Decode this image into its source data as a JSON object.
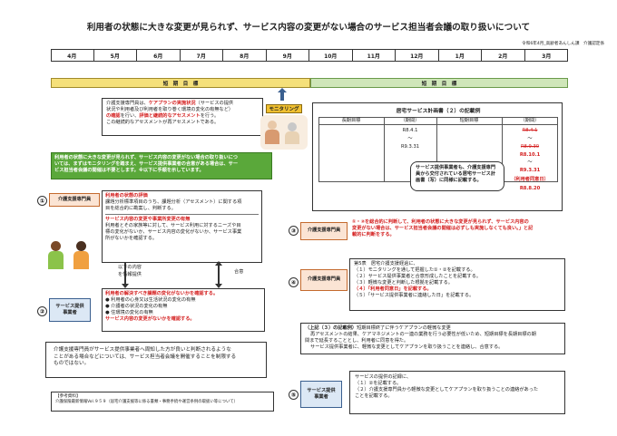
{
  "title": "利用者の状態に大きな変更が見られず、サービス内容の変更がない場合のサービス担当者会議の取り扱いについて",
  "author_line": "令和6年4月_高齢者あんしん課　介護認定係",
  "months": [
    "4月",
    "5月",
    "6月",
    "7月",
    "8月",
    "9月",
    "10月",
    "11月",
    "12月",
    "1月",
    "2月",
    "3月"
  ],
  "period_labels": {
    "first": "短　期　目　標",
    "second": "短　期　目　標"
  },
  "monitoring_label": "モニタリング",
  "intro_box": {
    "l1a": "介護支援専門員は、",
    "l1b": "ケアプランの実施状況",
    "l1c": "（サービスの提供",
    "l2": "状況や利用者及び利用者を取り巻く環境の変化の有無など）",
    "l3a": "の確認",
    "l3b": "を行い、",
    "l3c": "評価と継続的なアセスメント",
    "l3d": "を行う。",
    "l4": "この継続的なアセスメントが再アセスメントである。"
  },
  "green_box": {
    "l1": "利用者の状態に大きな変更が見られず、サービス内容の変更がない場合の取り扱いにつ",
    "l2": "いては、まずはモニタリングを踏まえ、サービス提供事業者の合意がある場合は、サー",
    "l3": "ビス担当者会議の開催は不要とします。※以下に手順を示しています。"
  },
  "plan_box": {
    "heading": "居宅サービス計画書（２）の記載例",
    "col_long": "長期目標",
    "col_period": "（期間）",
    "col_short": "短期目標",
    "col_period2": "（期間）",
    "p_start": "R8.4.1",
    "tilde": "～",
    "p_end": "R9.3.31",
    "s_start_old": "R8.4.1",
    "s_end_old": "R8.9.30",
    "s_start_new": "R8.10.1",
    "s_end_new": "R9.3.31",
    "s_agreed": "（利用者同意日）",
    "s_agreed_date": "R8.8.20"
  },
  "note_box": {
    "l1": "サービス提供事業者も、介護支援専門",
    "l2": "員から交付されている居宅サービス計",
    "l3": "画書（写）に同様に記載する。"
  },
  "step1": {
    "num": "①",
    "label": "介護支援専門員"
  },
  "step2": {
    "num": "②",
    "label_a": "サービス提供",
    "label_b": "事業者"
  },
  "step3": {
    "num": "③",
    "label": "介護支援専門員"
  },
  "step4": {
    "num": "④",
    "label": "介護支援専門員"
  },
  "step5": {
    "num": "⑤",
    "label_a": "サービス提供",
    "label_b": "事業者"
  },
  "s1_box": {
    "h1": "利用者の状態の評価",
    "t1": "課題分析標準項目のうち、課題分析（アセスメント）に関する項",
    "t2": "目を総合的に勘案し、判断する。",
    "h2": "サービス内容の変更や事業所変更の有無",
    "t3": "利用者とその家族等に対して、サービス利用に対するニーズや目",
    "t4": "標の変化がないか、サービス内容の変化がないか、サービス事業",
    "t5": "所がないかを確認する。"
  },
  "middle": {
    "l1": "以下の内容",
    "l2": "を情報提供",
    "agree": "合意"
  },
  "s2_box": {
    "h1": "利用者の解決すべき課題の変化がないかを確認する。",
    "b1": "● 利用者の心身又は生活状況の変化の有無",
    "b2": "● 介護者の状況の変化の有無",
    "b3": "● 住環境の変化の有無",
    "h2": "サービス内容の変更がないかを確認する。"
  },
  "s3_text": {
    "l1": "①・②を総合的に判断して、利用者の状態に大きな変更が見られず、サービス内容の",
    "l2": "変更がない場合は、サービス担当者会議の開催は必ずしも実施しなくても良い。」と記",
    "l3": "載的に判断をする。"
  },
  "s4_box": {
    "head": "第5表　居宅介護支援経過に、",
    "i1": "（１）モニタリングを通して把握した①・②を記載する。",
    "i2": "（２）サービス提供事業者と合意形成したことを記載する。",
    "i3": "（３）軽微な変更と判断した根拠を記載する。",
    "i4": "（４）「利用者同意日」を記載する。",
    "i5": "（５）「サービス提供事業者に連絡した日」を記載する。"
  },
  "s4_note": {
    "l1a": "（上記（３）の記載例）",
    "l1b": "短期目標終了に伴うケアプランの軽微な変更",
    "l2": "再アセスメントの結果、ケアマネジメントの一連の業務を行う必要性が低いため、短期目標を長期目標の期",
    "l3": "間まで延長することとし、利用者に同意を得た。",
    "l4": "サービス提供事業者に、軽微な変更としてケアプランを取り扱うことを連絡し、合意する。"
  },
  "s5_box": {
    "l1": "サービスの提供の記録に、",
    "l2": "（１）②を記載する。",
    "l3": "（２）介護支援専門員から軽微な変更としてケアプランを取り扱うことの連絡があった",
    "l4": "ことを記載する。"
  },
  "bottom_note": {
    "l1": "介護支援専門員がサービス提供事業者へ周知した方が良いと判断されるような",
    "l2": "ことがある場合などについては、サービス担当者会議を開催することを制限する",
    "l3": "ものではない。"
  },
  "reference": {
    "head": "【参考資料】",
    "body": "介護保険最新情報Vol.９５９（居宅介護支援等に係る書類・事務手続や運営条例の取扱い等について）"
  },
  "colors": {
    "yellow_band": "#f5e07a",
    "green_band": "#cfe6b9",
    "green_box": "#5aa83a",
    "orange": "#fbe4d4",
    "blue": "#dce8f5",
    "red": "#d42020"
  }
}
